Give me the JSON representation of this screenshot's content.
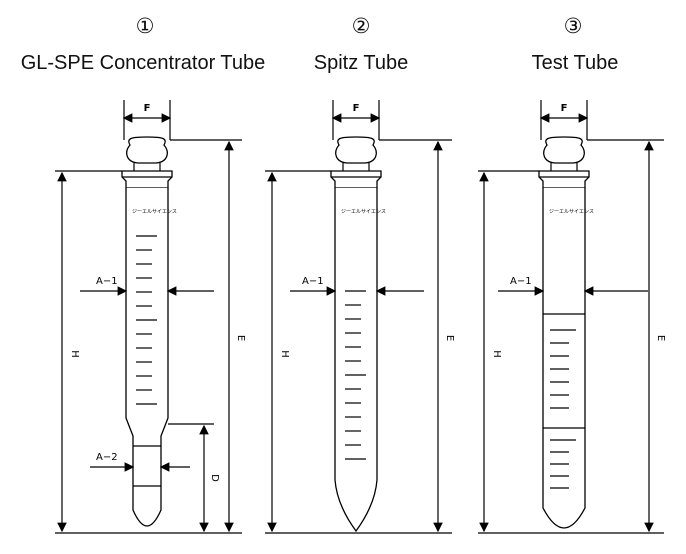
{
  "tubes": [
    {
      "number": "①",
      "title": "GL-SPE Concentrator Tube"
    },
    {
      "number": "②",
      "title": "Spitz Tube"
    },
    {
      "number": "③",
      "title": "Test Tube"
    }
  ],
  "labels": {
    "F": "F",
    "A1": "A−1",
    "A2": "A−2",
    "H": "H",
    "E": "E",
    "D": "D",
    "etched_text": "ジーエルサイエンス"
  }
}
